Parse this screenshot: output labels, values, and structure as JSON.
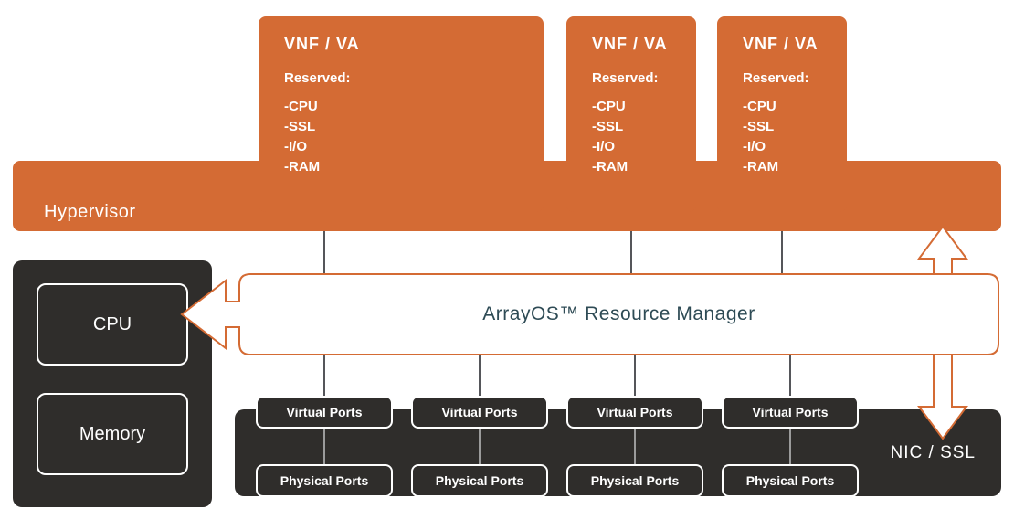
{
  "colors": {
    "orange": "#D46B34",
    "dark": "#2F2D2B",
    "connector": "#55565A",
    "rm_text": "#2E4B55",
    "white": "#FFFFFF"
  },
  "hypervisor": {
    "label": "Hypervisor"
  },
  "vnf_boxes": [
    {
      "title": "VNF / VA",
      "reserved": "Reserved:",
      "items": [
        "-CPU",
        "-SSL",
        "-I/O",
        "-RAM"
      ]
    },
    {
      "title": "VNF / VA",
      "reserved": "Reserved:",
      "items": [
        "-CPU",
        "-SSL",
        "-I/O",
        "-RAM"
      ]
    },
    {
      "title": "VNF / VA",
      "reserved": "Reserved:",
      "items": [
        "-CPU",
        "-SSL",
        "-I/O",
        "-RAM"
      ]
    }
  ],
  "resource_manager": {
    "label": "ArrayOS™ Resource Manager"
  },
  "hardware": {
    "cpu": "CPU",
    "memory": "Memory"
  },
  "nic_bar": {
    "label": "NIC / SSL"
  },
  "ports": {
    "virtual": "Virtual Ports",
    "physical": "Physical Ports"
  }
}
